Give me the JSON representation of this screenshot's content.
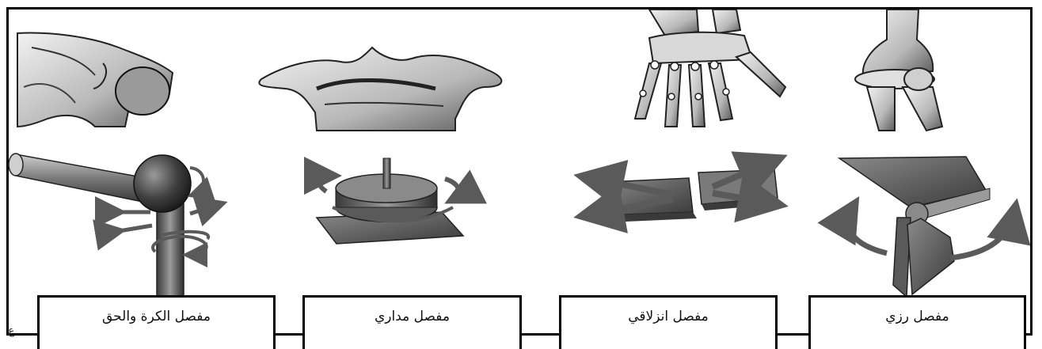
{
  "joints": [
    {
      "id": "ball-and-socket",
      "label": "مفصل الكرة والحق"
    },
    {
      "id": "pivot",
      "label": "مفصل مداري"
    },
    {
      "id": "gliding",
      "label": "مفصل انزلاقي"
    },
    {
      "id": "hinge",
      "label": "مفصل رزي"
    }
  ],
  "corner_mark": "ع",
  "colors": {
    "border": "#000000",
    "bone_fill": "#d9d9d9",
    "model_dark": "#3a3a3a",
    "model_mid": "#7a7a7a",
    "model_light": "#bdbdbd",
    "arrow": "#5a5a5a"
  }
}
